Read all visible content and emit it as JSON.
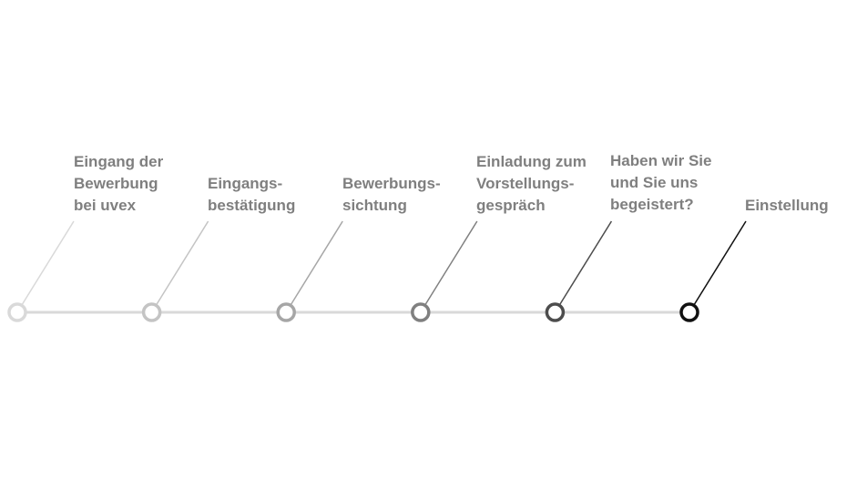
{
  "timeline": {
    "steps": [
      {
        "lines": [
          "Eingang der",
          "Bewerbung",
          "bei uvex"
        ],
        "color": "#d9d9d9"
      },
      {
        "lines": [
          "Eingangs-",
          "bestätigung"
        ],
        "color": "#c4c4c4"
      },
      {
        "lines": [
          "Bewerbungs-",
          "sichtung"
        ],
        "color": "#a6a6a6"
      },
      {
        "lines": [
          "Einladung zum",
          "Vorstellungs-",
          "gespräch"
        ],
        "color": "#808080"
      },
      {
        "lines": [
          "Haben wir Sie",
          "und Sie uns",
          "begeistert?"
        ],
        "color": "#4d4d4d"
      },
      {
        "lines": [
          "Einstellung"
        ],
        "color": "#111111"
      }
    ],
    "track_color": "#d9d9d9",
    "label_color": "#7f7f7f"
  }
}
